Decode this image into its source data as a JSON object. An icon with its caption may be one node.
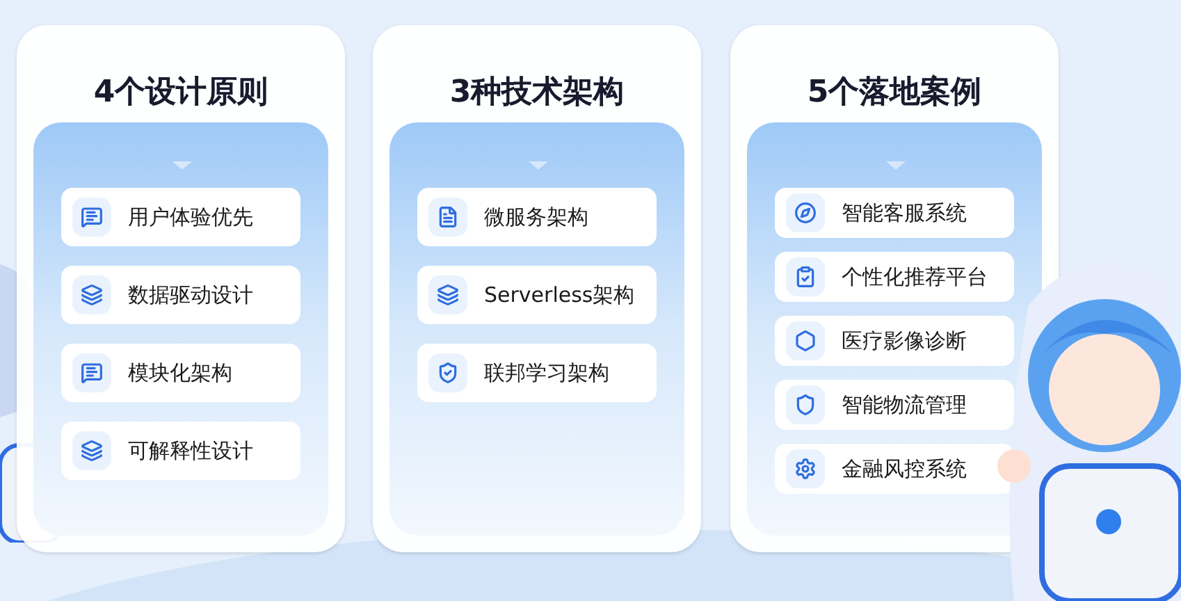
{
  "diagram": {
    "nodes": [
      {
        "text": [
          "4个设计原则"
        ]
      },
      {
        "text": [
          "用户体验优先"
        ],
        "in": 0
      },
      {
        "text": [
          "数据驱动设计"
        ],
        "in": 0
      },
      {
        "text": [
          "模块化架构"
        ],
        "in": 0
      },
      {
        "text": [
          "可解释性设计"
        ],
        "in": 0
      },
      {
        "text": [
          "3种技术架构"
        ]
      },
      {
        "text": [
          "微服务架构"
        ],
        "in": 5
      },
      {
        "text": [
          "Serverless架构"
        ],
        "in": 5
      },
      {
        "text": [
          "联邦学习架构"
        ],
        "in": 5
      },
      {
        "text": [
          "5个落地案例"
        ]
      },
      {
        "text": [
          "智能客服系统"
        ],
        "in": 9
      },
      {
        "text": [
          "个性化推荐平台"
        ],
        "in": 9
      },
      {
        "text": [
          "医疗影像诊断"
        ],
        "in": 9
      },
      {
        "text": [
          "智能物流管理"
        ],
        "in": 9
      },
      {
        "text": [
          "金融风控系统"
        ],
        "in": 9
      }
    ]
  }
}
